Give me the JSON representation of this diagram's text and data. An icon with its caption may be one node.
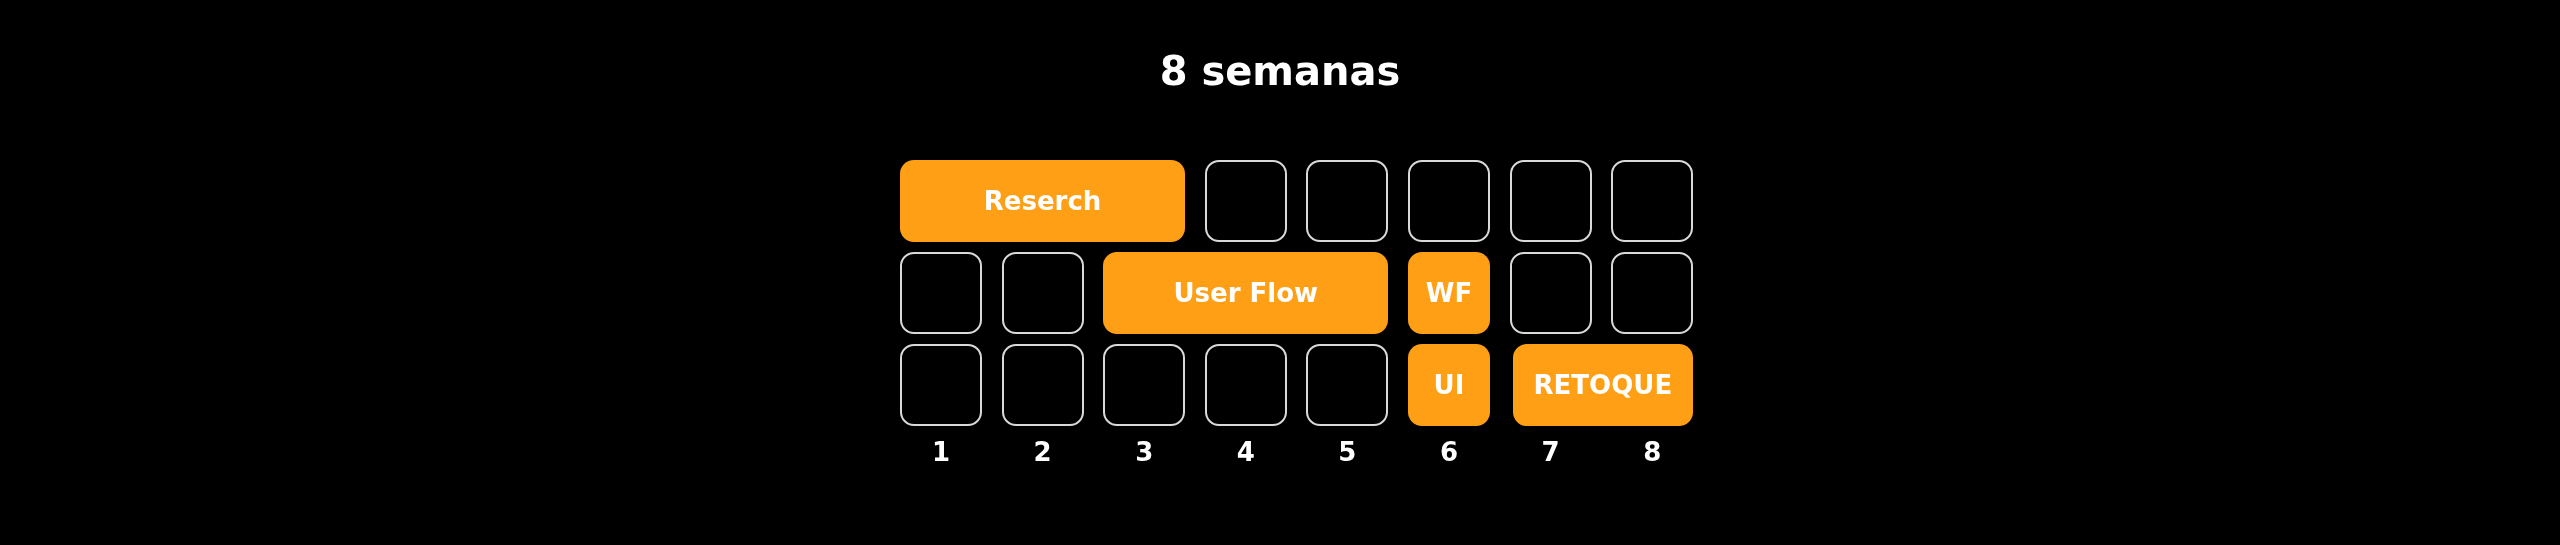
{
  "diagram": {
    "title": "8 semanas",
    "nodes": [
      {
        "text": [
          "Reserch"
        ]
      },
      {
        "text": [],
        "shape": "box"
      },
      {
        "text": [],
        "shape": "box"
      },
      {
        "text": [],
        "shape": "box"
      },
      {
        "text": [],
        "shape": "box"
      },
      {
        "text": [],
        "shape": "box"
      },
      {
        "text": [],
        "shape": "box"
      },
      {
        "text": [],
        "shape": "box"
      },
      {
        "text": [
          "User Flow"
        ]
      },
      {
        "text": [
          "WF"
        ]
      },
      {
        "text": [],
        "shape": "box"
      },
      {
        "text": [],
        "shape": "box"
      },
      {
        "text": [],
        "shape": "box"
      },
      {
        "text": [],
        "shape": "box"
      },
      {
        "text": [],
        "shape": "box"
      },
      {
        "text": [],
        "shape": "box"
      },
      {
        "text": [],
        "shape": "box"
      },
      {
        "text": [
          "UI"
        ]
      },
      {
        "text": [
          "RETOQUE"
        ]
      }
    ],
    "edges": [],
    "labels": [
      "1",
      "2",
      "3",
      "4",
      "5",
      "6",
      "7",
      "8"
    ]
  }
}
